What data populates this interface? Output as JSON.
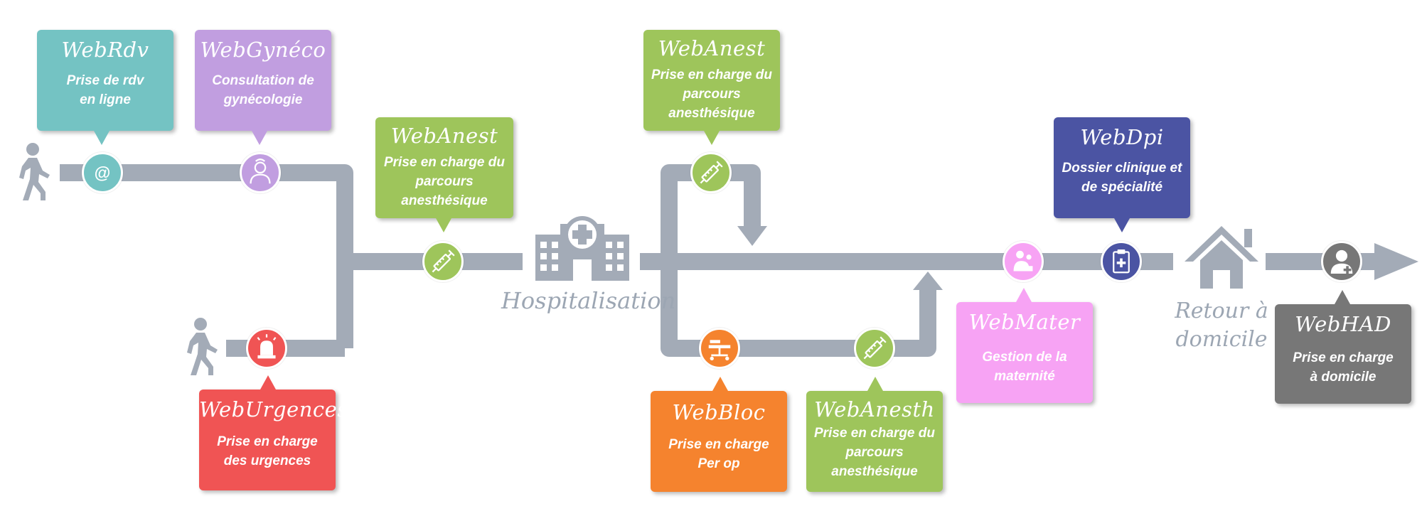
{
  "colors": {
    "track": "#a3abb7",
    "webrdv": "#74c3c3",
    "webgyneco": "#c19ee0",
    "webanest": "#9ec55b",
    "weburgences": "#f05454",
    "webbloc": "#f5832e",
    "webmater": "#f7a3f4",
    "webdpi": "#4b54a3",
    "webhad": "#777777",
    "text_grey": "#9ca6b3"
  },
  "boxes": {
    "webrdv": {
      "title": "WebRdv",
      "desc": "Prise de rdv\nen ligne"
    },
    "webgyneco": {
      "title": "WebGynéco",
      "desc": "Consultation de\ngynécologie"
    },
    "webanest1": {
      "title": "WebAnest",
      "desc": "Prise en charge du\nparcours\nanesthésique"
    },
    "webanest2": {
      "title": "WebAnest",
      "desc": "Prise en charge du\nparcours\nanesthésique"
    },
    "weburgences": {
      "title": "WebUrgences",
      "desc": "Prise en charge\ndes urgences"
    },
    "webbloc": {
      "title": "WebBloc",
      "desc": "Prise en charge\nPer op"
    },
    "webanesth": {
      "title": "WebAnesth",
      "desc": "Prise en charge du\nparcours\nanesthésique"
    },
    "webmater": {
      "title": "WebMater",
      "desc": "Gestion de la\nmaternité"
    },
    "webdpi": {
      "title": "WebDpi",
      "desc": "Dossier clinique et\nde spécialité"
    },
    "webhad": {
      "title": "WebHAD",
      "desc": "Prise en charge\nà domicile"
    }
  },
  "labels": {
    "hospitalisation": "Hospitalisation",
    "retour": "Retour à\ndomicile"
  },
  "icons": {
    "at": "@"
  }
}
